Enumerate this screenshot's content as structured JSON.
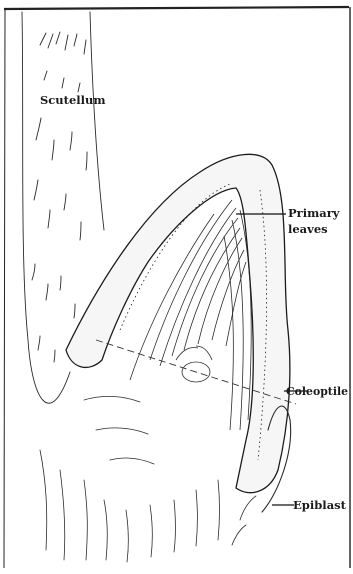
{
  "labels": {
    "scutellum": "Scutellum",
    "primary_leaves_line1": "Primary",
    "primary_leaves_line2": "leaves",
    "coleoptile": "Coleoptile",
    "epiblast": "Epiblast"
  }
}
